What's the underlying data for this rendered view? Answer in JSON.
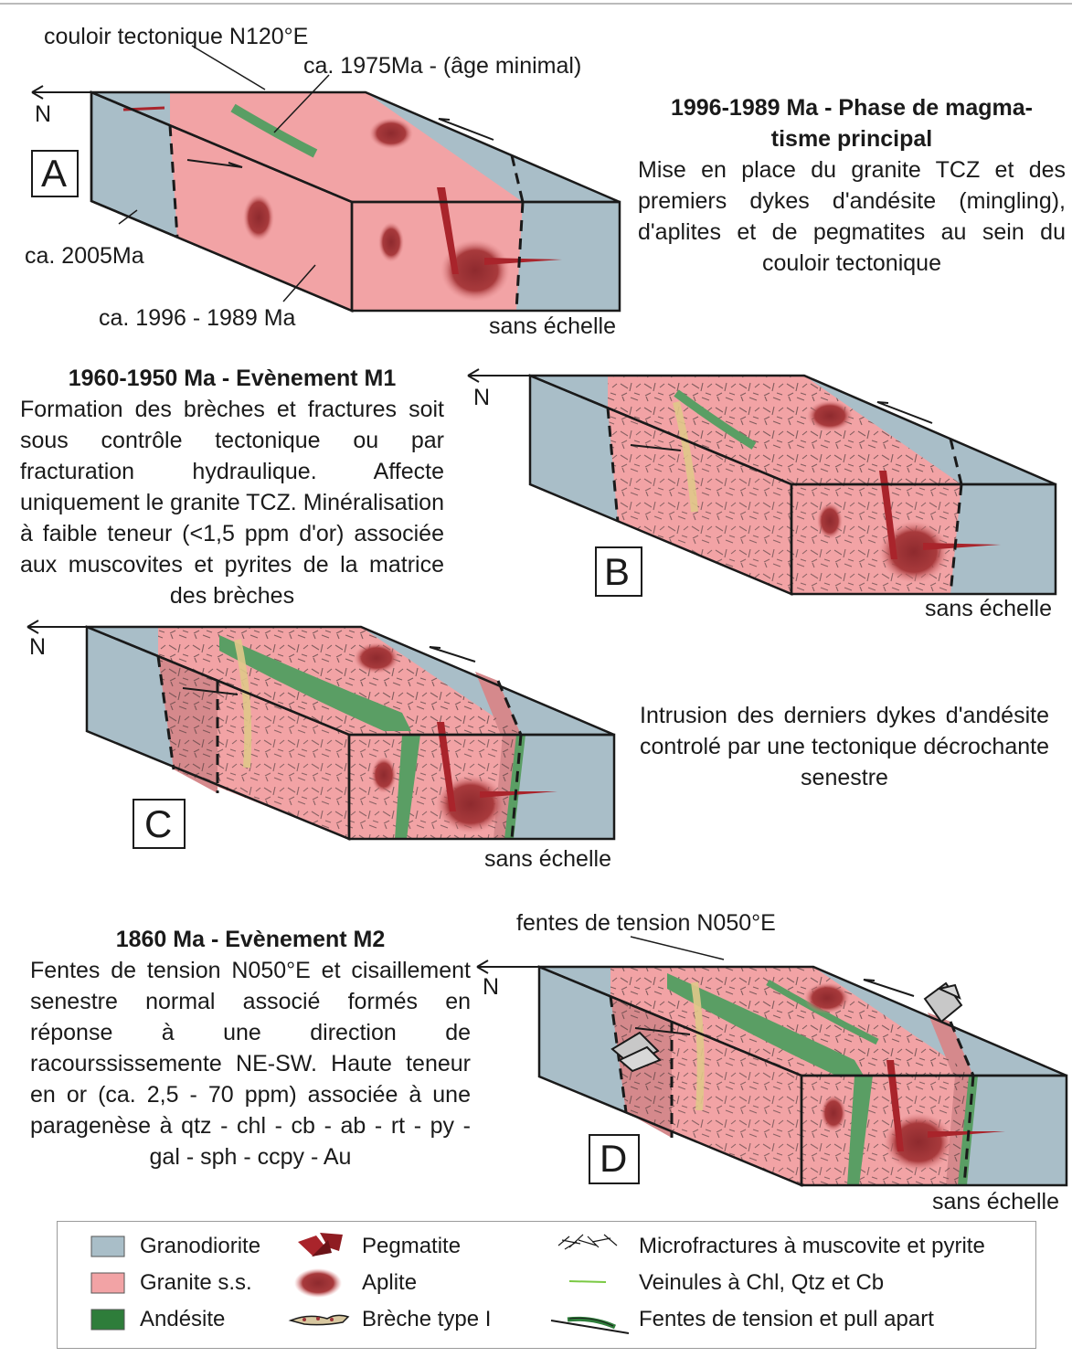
{
  "colors": {
    "granodiorite": "#a9bec8",
    "granite": "#f2a3a5",
    "granite_dark": "#d5898c",
    "andesite": "#5a9e64",
    "pegmatite": "#a9242b",
    "aplite": "#9e3337",
    "frame": "#1a1a1a"
  },
  "top_label": "couloir tectonique N120°E",
  "panelA": {
    "letter": "A",
    "north": "N",
    "age_min": "ca. 1975Ma - (âge minimal)",
    "age_granodiorite": "ca. 2005Ma",
    "age_granite": "ca. 1996 - 1989 Ma",
    "scale": "sans échelle",
    "title_line1": "1996-1989 Ma - Phase de magma-",
    "title_line2": "tisme principal",
    "text": "Mise en place du granite TCZ et des premiers dykes d'andésite (mingling), d'aplites et de pegmatites au sein du couloir tectonique"
  },
  "panelB": {
    "letter": "B",
    "north": "N",
    "scale": "sans échelle",
    "title": "1960-1950 Ma - Evènement M1",
    "text": "Formation des brèches et fractures soit sous contrôle tectonique ou par fracturation hydraulique. Affecte uniquement le granite TCZ. Minéralisation à faible teneur (<1,5 ppm d'or) associée aux muscovites et pyrites de la matrice des brèches"
  },
  "panelC": {
    "letter": "C",
    "north": "N",
    "scale": "sans échelle",
    "text": "Intrusion des derniers dykes d'andésite controlé par une tectonique décrochante senestre"
  },
  "panelD": {
    "letter": "D",
    "north": "N",
    "scale": "sans échelle",
    "annotation": "fentes de tension N050°E",
    "title": "1860 Ma - Evènement M2",
    "text": "Fentes de tension N050°E et cisaillement senestre normal associé formés en réponse à une direction de racourssissemente NE-SW. Haute teneur en or (ca. 2,5 - 70 ppm) associée à une paragenèse à qtz - chl - cb - ab - rt - py - gal - sph - ccpy - Au"
  },
  "legend": {
    "granodiorite": "Granodiorite",
    "granite": "Granite s.s.",
    "andesite": "Andésite",
    "pegmatite": "Pegmatite",
    "aplite": "Aplite",
    "breche": "Brèche type I",
    "microfractures": "Microfractures à muscovite et pyrite",
    "veinules": "Veinules à Chl, Qtz et Cb",
    "fentes": "Fentes de tension et pull apart"
  }
}
